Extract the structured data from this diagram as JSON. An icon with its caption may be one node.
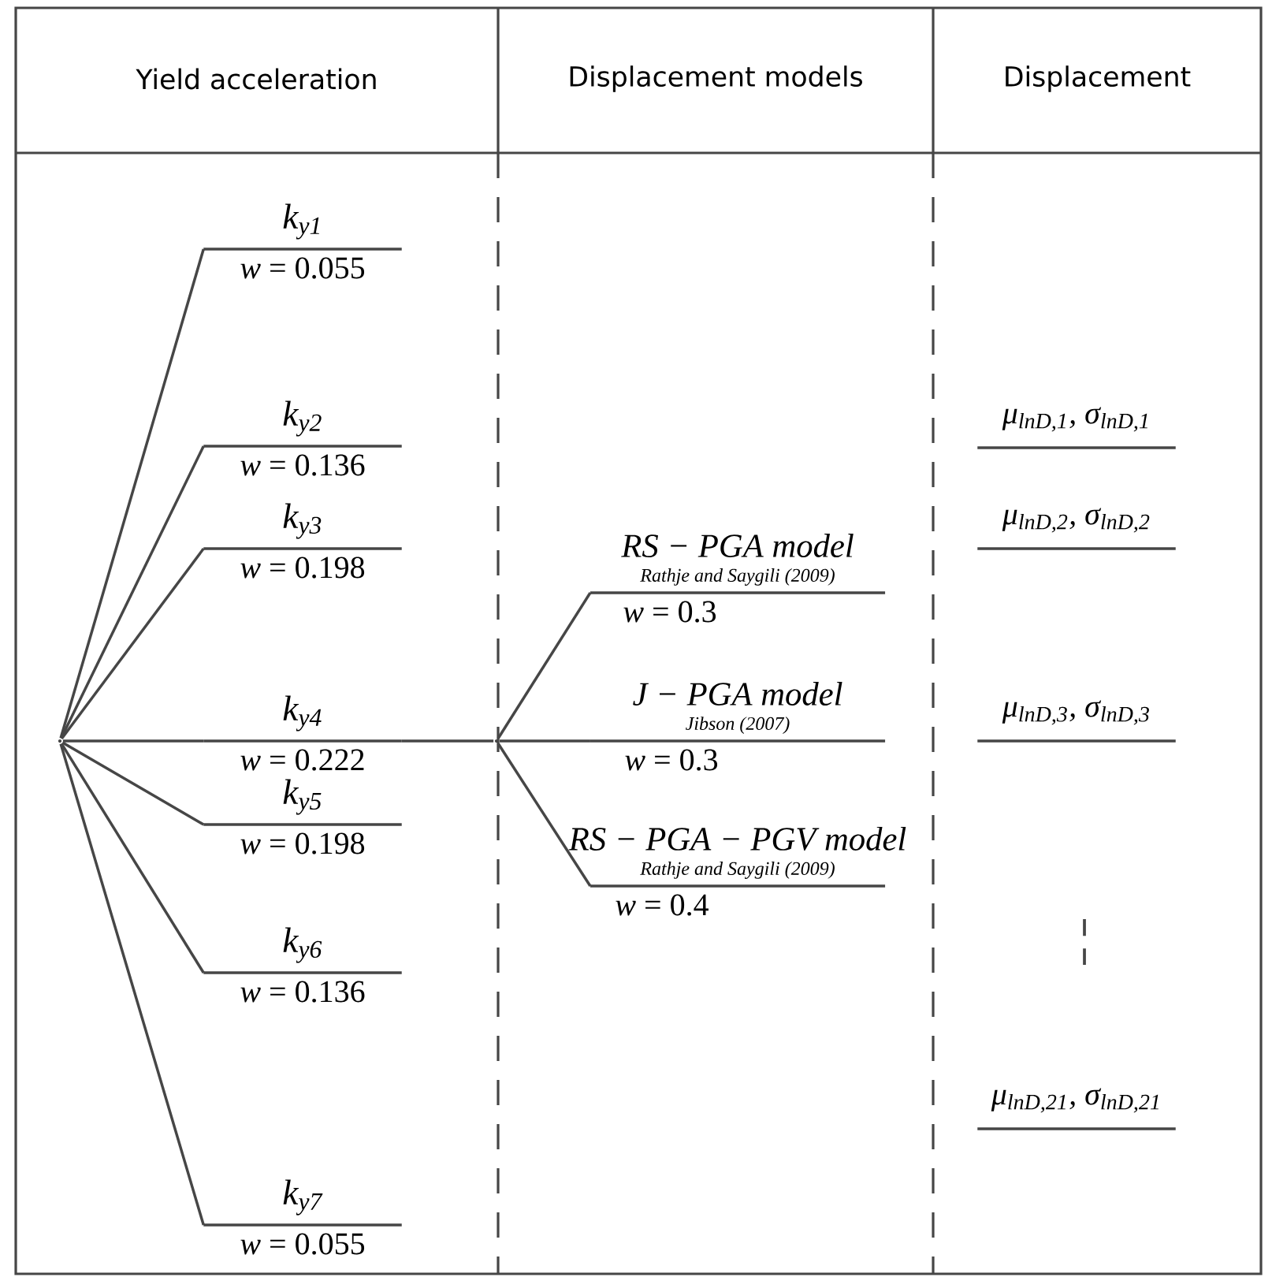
{
  "diagram": {
    "nodes": [
      {
        "text": [],
        "shape": "point"
      },
      {
        "text": [
          "k$_{y1}$",
          "*w* = 0.055"
        ]
      },
      {
        "text": [
          "k$_{y2}$",
          "*w* = 0.136"
        ]
      },
      {
        "text": [
          "k$_{y3}$",
          "*w* = 0.198"
        ]
      },
      {
        "text": [
          "k$_{y4}$",
          "*w* = 0.222"
        ]
      },
      {
        "text": [
          "k$_{y5}$",
          "*w* = 0.198"
        ]
      },
      {
        "text": [
          "k$_{y6}$",
          "*w* = 0.136"
        ]
      },
      {
        "text": [
          "k$_{y7}$",
          "*w* = 0.055"
        ]
      },
      {
        "text": [],
        "shape": "point"
      },
      {
        "text": [
          "RS − PGA model",
          "Rathje and Saygili (2009)",
          "*w* = 0.3"
        ]
      },
      {
        "text": [
          "J − PGA model",
          "Jibson (2007)",
          "*w* = 0.3"
        ]
      },
      {
        "text": [
          "RS − PGA − PGV model",
          "Rathje and Saygili (2009)",
          "*w* = 0.4"
        ]
      },
      {
        "text": [
          "μ$_{lnD,1}$, σ$_{lnD,1}$"
        ]
      },
      {
        "text": [
          "μ$_{lnD,2}$, σ$_{lnD,2}$"
        ]
      },
      {
        "text": [
          "μ$_{lnD,3}$, σ$_{lnD,3}$"
        ]
      },
      {
        "text": [
          "μ$_{lnD,21}$, σ$_{lnD,21}$"
        ]
      }
    ],
    "edges": [
      {
        "from": 0,
        "to": 1,
        "arrow": "none"
      },
      {
        "from": 0,
        "to": 2,
        "arrow": "none"
      },
      {
        "from": 0,
        "to": 3,
        "arrow": "none"
      },
      {
        "from": 0,
        "to": 4,
        "arrow": "none"
      },
      {
        "from": 0,
        "to": 5,
        "arrow": "none"
      },
      {
        "from": 0,
        "to": 6,
        "arrow": "none"
      },
      {
        "from": 0,
        "to": 7,
        "arrow": "none"
      },
      {
        "from": 4,
        "to": 8,
        "arrow": "none"
      },
      {
        "from": 8,
        "to": 9,
        "arrow": "none"
      },
      {
        "from": 8,
        "to": 10,
        "arrow": "none"
      },
      {
        "from": 8,
        "to": 11,
        "arrow": "none"
      }
    ],
    "labels": [
      "Yield acceleration",
      "Displacement models",
      "Displacement"
    ]
  }
}
